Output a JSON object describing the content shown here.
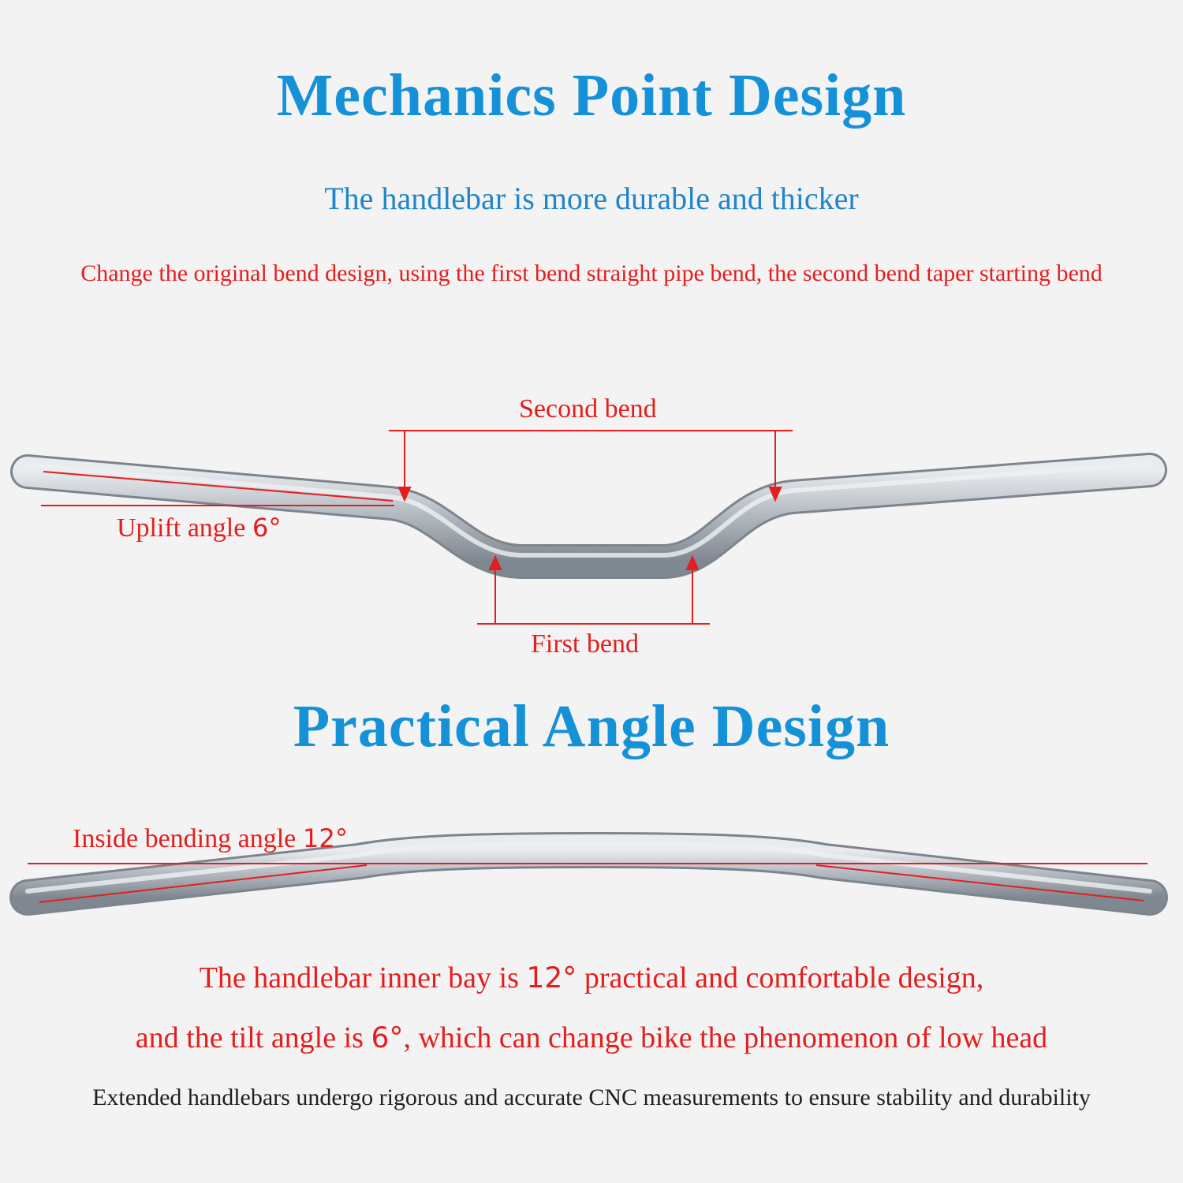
{
  "header": {
    "title": "Mechanics Point Design",
    "subtitle": "The handlebar is more durable and thicker",
    "description": "Change the original bend design, using the first bend straight pipe bend, the second bend taper starting bend"
  },
  "diagram_top": {
    "second_bend_label": "Second bend",
    "first_bend_label": "First bend",
    "uplift_label": "Uplift angle",
    "uplift_value": "6°"
  },
  "section2": {
    "title": "Practical Angle Design"
  },
  "diagram_bottom": {
    "inside_label": "Inside bending angle",
    "inside_value": "12°"
  },
  "description": {
    "line1_a": "The handlebar inner bay is ",
    "line1_value": "12°",
    "line1_b": " practical and comfortable design,",
    "line2_a": "and the tilt angle is ",
    "line2_value": "6°",
    "line2_b": ", which can change bike the phenomenon of low head"
  },
  "footer": {
    "text": "Extended handlebars undergo rigorous and accurate CNC measurements to ensure stability and durability"
  },
  "colors": {
    "title_blue": "#1591d8",
    "annotation_red": "#e41e1e",
    "bar_gray": "#a9b0b8"
  }
}
